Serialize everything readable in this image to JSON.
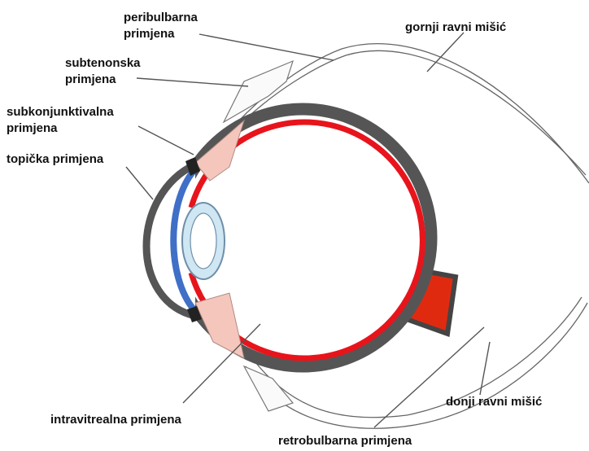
{
  "labels": {
    "peribulbarna": [
      "peribulbarna",
      "primjena"
    ],
    "subtenonska": [
      "subtenonska",
      "primjena"
    ],
    "subkonjunktivalna": [
      "subkonjunktivalna",
      "primjena"
    ],
    "topicka": "topička primjena",
    "gornji": "gornji ravni mišić",
    "donji": "donji ravni mišić",
    "intravitrealna": "intravitrealna primjena",
    "retrobulbarna": "retrobulbarna primjena"
  },
  "colors": {
    "sclera": "#555555",
    "retina": "#e8141c",
    "cornea": "#3f6fc7",
    "lens_fill": "#cfe6f3",
    "lens_stroke": "#6f8fa8",
    "injection_zone": "#f5c6bc",
    "optic_nerve": "#e02a10",
    "leader_lines": "#555555"
  }
}
